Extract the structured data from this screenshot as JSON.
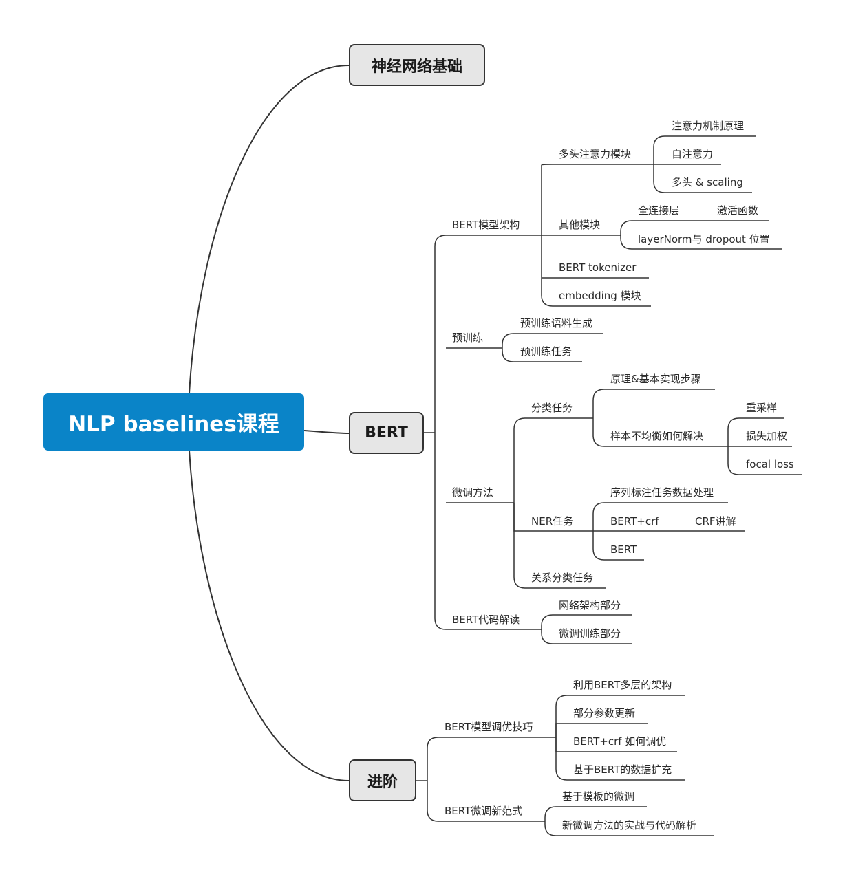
{
  "root": "NLP baselines课程",
  "main_topics": {
    "nn": "神经网络基础",
    "bert": "BERT",
    "adv": "进阶"
  },
  "bert": {
    "arch": {
      "label": "BERT模型架构",
      "mha": {
        "label": "多头注意力模块",
        "items": [
          "注意力机制原理",
          "自注意力",
          "多头 & scaling"
        ]
      },
      "other": {
        "label": "其他模块",
        "fc": "全连接层",
        "act": "激活函数",
        "ln": "layerNorm与 dropout 位置"
      },
      "tokenizer": "BERT tokenizer",
      "embedding": "embedding 模块"
    },
    "pretrain": {
      "label": "预训练",
      "items": [
        "预训练语料生成",
        "预训练任务"
      ]
    },
    "finetune": {
      "label": "微调方法",
      "cls": {
        "label": "分类任务",
        "principle": "原理&基本实现步骤",
        "imbalance": {
          "label": "样本不均衡如何解决",
          "items": [
            "重采样",
            "损失加权",
            "focal loss"
          ]
        }
      },
      "ner": {
        "label": "NER任务",
        "data": "序列标注任务数据处理",
        "crf": "BERT+crf",
        "crf_explain": "CRF讲解",
        "bert": "BERT"
      },
      "rel": "关系分类任务"
    },
    "code": {
      "label": "BERT代码解读",
      "items": [
        "网络架构部分",
        "微调训练部分"
      ]
    }
  },
  "advanced": {
    "tuning": {
      "label": "BERT模型调优技巧",
      "items": [
        "利用BERT多层的架构",
        "部分参数更新",
        "BERT+crf 如何调优",
        "基于BERT的数据扩充"
      ]
    },
    "paradigm": {
      "label": "BERT微调新范式",
      "items": [
        "基于模板的微调",
        "新微调方法的实战与代码解析"
      ]
    }
  }
}
